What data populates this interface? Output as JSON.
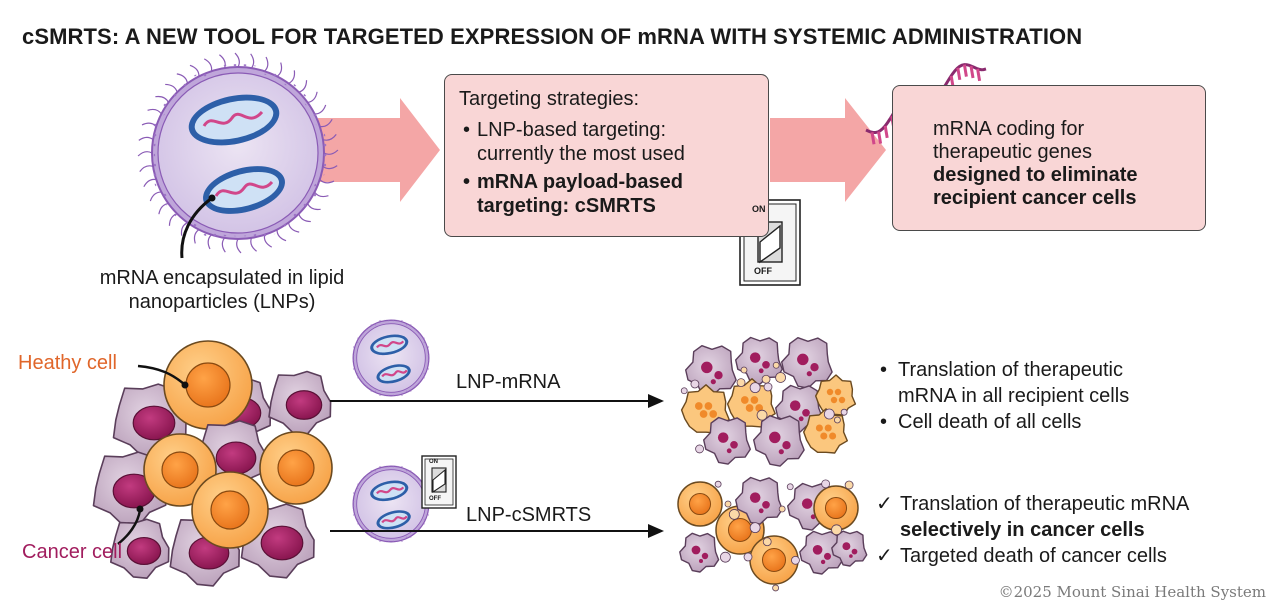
{
  "title": "cSMRTS: A NEW TOOL FOR TARGETED EXPRESSION OF mRNA WITH SYSTEMIC ADMINISTRATION",
  "lnp_caption": [
    "mRNA encapsulated in lipid",
    "nanoparticles (LNPs)"
  ],
  "targeting_box": {
    "heading": "Targeting strategies:",
    "items": [
      {
        "text": [
          "LNP-based targeting:",
          "currently the most used"
        ],
        "bold": false
      },
      {
        "text": [
          "mRNA payload-based",
          "targeting: cSMRTS"
        ],
        "bold": true
      }
    ]
  },
  "switch_labels": {
    "on": "ON",
    "off": "OFF"
  },
  "outcome_box": {
    "lines": [
      "mRNA coding for",
      "therapeutic genes"
    ],
    "bold_lines": [
      "designed to eliminate",
      "recipient cancer cells"
    ]
  },
  "cell_labels": {
    "healthy": "Heathy cell",
    "cancer": "Cancer cell"
  },
  "arrow_labels": {
    "lnp_mrna": "LNP-mRNA",
    "lnp_csmrts": "LNP-cSMRTS"
  },
  "lnp_mrna_results": {
    "marker": "•",
    "items": [
      [
        "Translation of therapeutic",
        "mRNA in all recipient cells"
      ],
      [
        "Cell death of all cells"
      ]
    ]
  },
  "lnp_csmrts_results": {
    "marker": "✓",
    "item1_line1": "Translation of therapeutic mRNA",
    "item1_line2_bold": "selectively in cancer cells",
    "item2": "Targeted death of cancer cells"
  },
  "copyright": "©2025 Mount Sinai Health System",
  "colors": {
    "arrow_pink": "#f4a6a6",
    "box_fill": "#f9d6d6",
    "lnp_fill": "#dcd1ea",
    "lnp_outline": "#8a5bb5",
    "mrna_pink": "#d1478a",
    "healthy_orange": "#f49a3c",
    "cancer_magenta": "#a11d5e",
    "cell_lilac": "#cdb8cc",
    "healthy_label": "#e0662a",
    "cancer_label": "#a11d5e"
  }
}
